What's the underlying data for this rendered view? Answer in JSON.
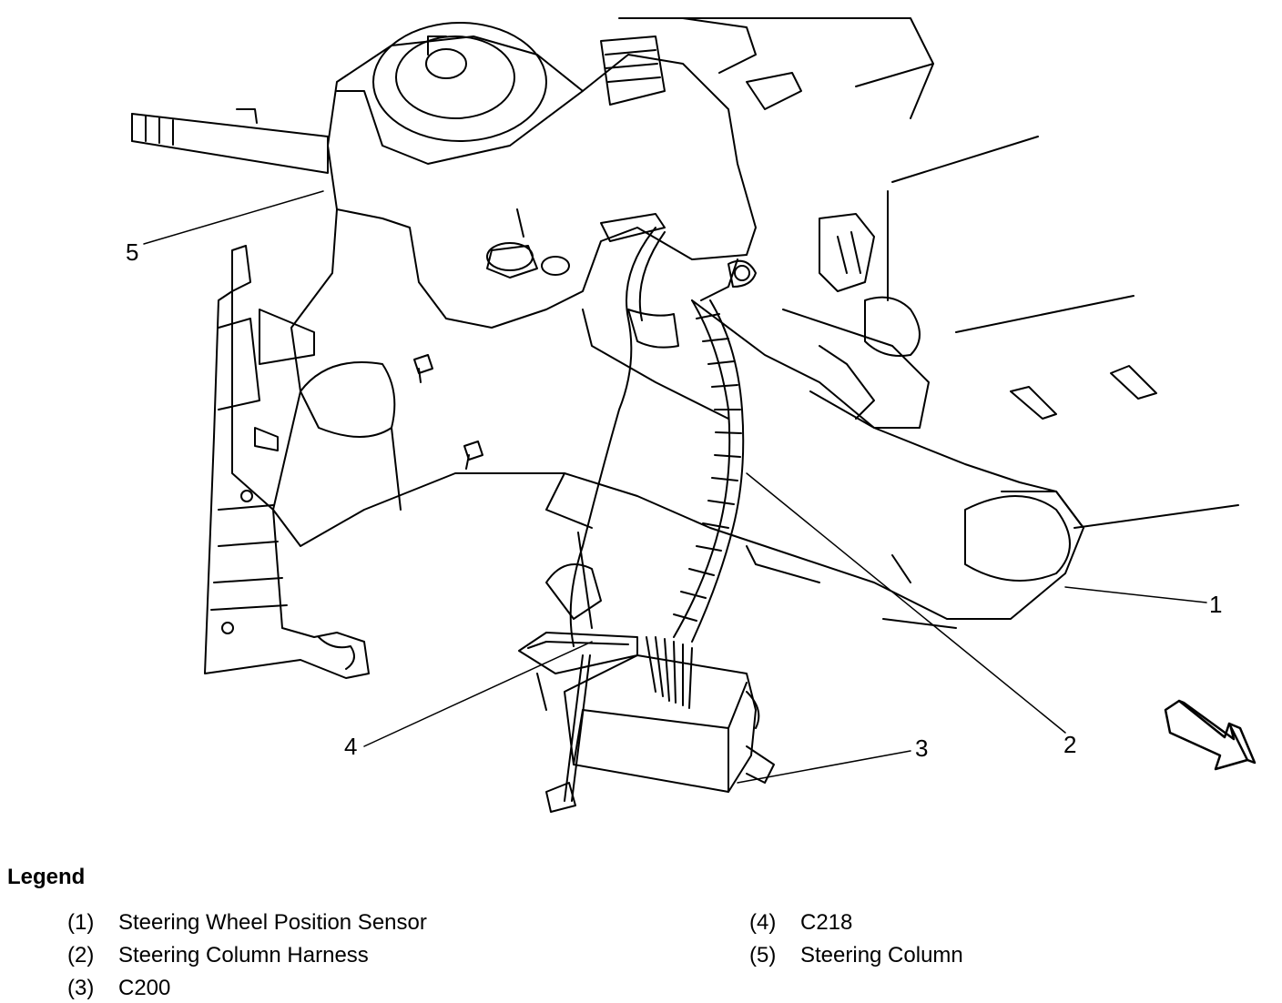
{
  "diagram": {
    "callouts": [
      "1",
      "2",
      "3",
      "4",
      "5"
    ],
    "direction_arrow": "arrow-icon"
  },
  "legend": {
    "title": "Legend",
    "items": [
      {
        "num": "(1)",
        "label": "Steering Wheel Position Sensor"
      },
      {
        "num": "(2)",
        "label": "Steering Column Harness"
      },
      {
        "num": "(3)",
        "label": "C200"
      },
      {
        "num": "(4)",
        "label": "C218"
      },
      {
        "num": "(5)",
        "label": "Steering Column"
      }
    ]
  }
}
